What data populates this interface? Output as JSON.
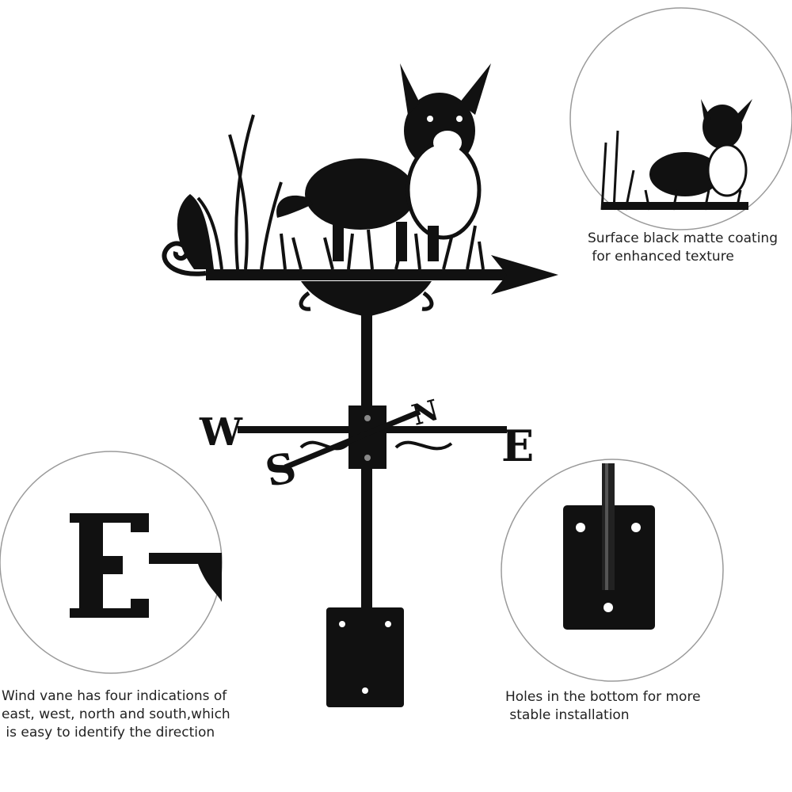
{
  "captions": {
    "coating": [
      "Surface black matte coating",
      " for enhanced texture"
    ],
    "directions": [
      "Wind vane has four indications of",
      "east, west, north and south,which",
      " is easy to identify the direction"
    ],
    "holes": [
      "Holes in the bottom for more",
      " stable installation"
    ]
  },
  "compass_letters": {
    "west": "W",
    "east": "E",
    "north": "N",
    "south": "S"
  },
  "colors": {
    "metal": "#111111",
    "circle_outline": "#9a9a9a",
    "text": "#222222"
  }
}
